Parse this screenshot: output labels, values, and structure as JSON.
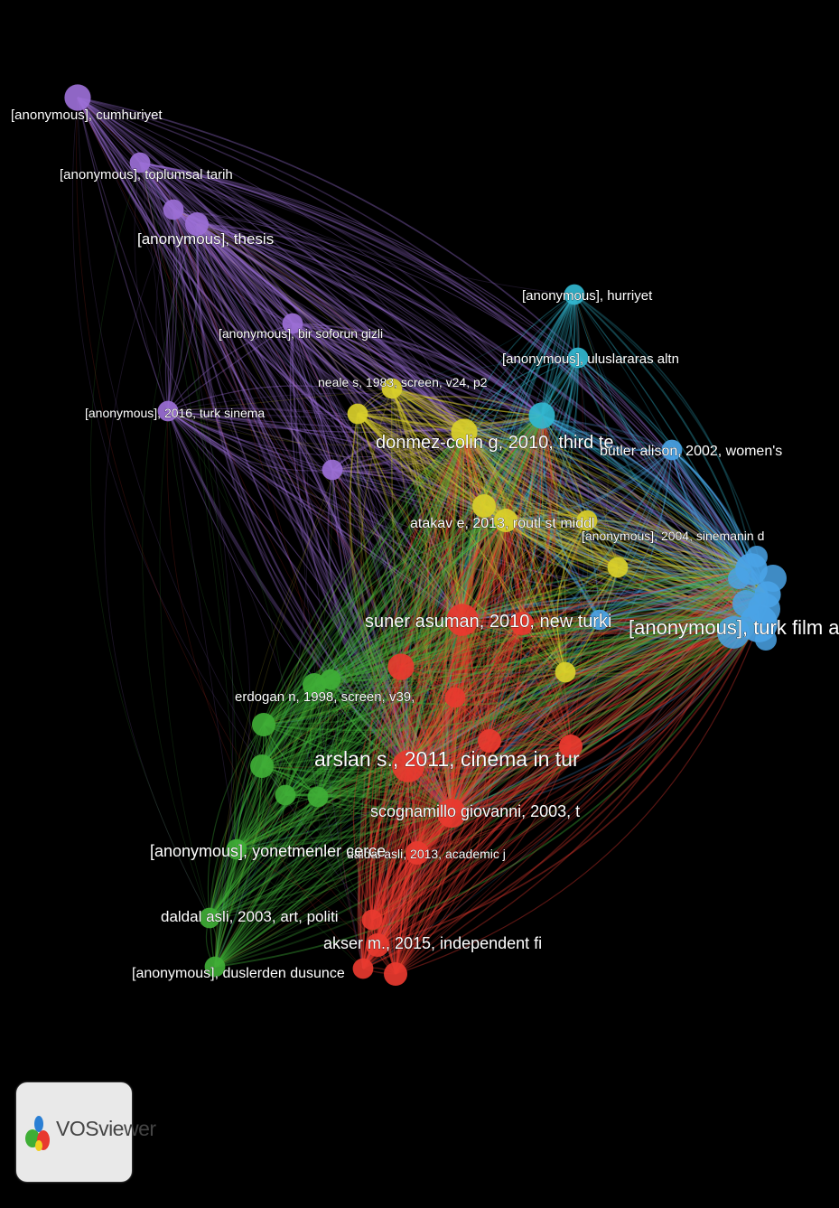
{
  "brand": {
    "name": "VOSviewer"
  },
  "clusters": {
    "red": "#e8392f",
    "green": "#3fae36",
    "blue": "#4aa3e6",
    "yellow": "#d9cf2a",
    "purple": "#9b6fd6",
    "cyan": "#32b7d0"
  },
  "nodes": [
    {
      "id": "p1",
      "cluster": "purple",
      "label": "[anonymous], cumhuriyet",
      "w": 3
    },
    {
      "id": "p2",
      "cluster": "purple",
      "label": "[anonymous], toplumsal tarih",
      "w": 2
    },
    {
      "id": "p3",
      "cluster": "purple",
      "label": "[anonymous], thesis",
      "w": 2.5
    },
    {
      "id": "p4",
      "cluster": "purple",
      "label": "[anonymous], bir soforun gizli",
      "w": 2
    },
    {
      "id": "p5",
      "cluster": "purple",
      "label": "[anonymous], 2016, turk sinema",
      "w": 2
    },
    {
      "id": "p6",
      "cluster": "purple",
      "label": "",
      "w": 2
    },
    {
      "id": "p7",
      "cluster": "purple",
      "label": "",
      "w": 2
    },
    {
      "id": "c1",
      "cluster": "cyan",
      "label": "[anonymous], hurriyet",
      "w": 2
    },
    {
      "id": "c2",
      "cluster": "cyan",
      "label": "[anonymous], uluslararas altn",
      "w": 2
    },
    {
      "id": "c3",
      "cluster": "cyan",
      "label": "",
      "w": 3
    },
    {
      "id": "y1",
      "cluster": "yellow",
      "label": "neale s, 1983, screen, v24, p2",
      "w": 2
    },
    {
      "id": "y2",
      "cluster": "yellow",
      "label": "donmez-colin g, 2010, third te",
      "w": 3
    },
    {
      "id": "y3",
      "cluster": "yellow",
      "label": "atakav e, 2013, routl st middl",
      "w": 2.5
    },
    {
      "id": "y4",
      "cluster": "yellow",
      "label": "[anonymous], 2004, sinemanin d",
      "w": 2
    },
    {
      "id": "y5",
      "cluster": "yellow",
      "label": "",
      "w": 2
    },
    {
      "id": "y6",
      "cluster": "yellow",
      "label": "",
      "w": 2.5
    },
    {
      "id": "y7",
      "cluster": "yellow",
      "label": "",
      "w": 2
    },
    {
      "id": "y8",
      "cluster": "yellow",
      "label": "",
      "w": 2
    },
    {
      "id": "b1",
      "cluster": "blue",
      "label": "butler alison, 2002, women's",
      "w": 2
    },
    {
      "id": "b2",
      "cluster": "blue",
      "label": "[anonymous], turk film arastir",
      "w": 5
    },
    {
      "id": "b3",
      "cluster": "blue",
      "label": "",
      "w": 4
    },
    {
      "id": "b4",
      "cluster": "blue",
      "label": "",
      "w": 3
    },
    {
      "id": "b5",
      "cluster": "blue",
      "label": "",
      "w": 2
    },
    {
      "id": "r1",
      "cluster": "red",
      "label": "suner asuman, 2010, new turki",
      "w": 4
    },
    {
      "id": "r2",
      "cluster": "red",
      "label": "arslan s., 2011, cinema in tur",
      "w": 4
    },
    {
      "id": "r3",
      "cluster": "red",
      "label": "scognamillo giovanni, 2003, t",
      "w": 3.5
    },
    {
      "id": "r4",
      "cluster": "red",
      "label": "daldal asli, 2013, academic j",
      "w": 2.5
    },
    {
      "id": "r5",
      "cluster": "red",
      "label": "akser m., 2015, independent fi",
      "w": 2.5
    },
    {
      "id": "r6",
      "cluster": "red",
      "label": "",
      "w": 3
    },
    {
      "id": "r7",
      "cluster": "red",
      "label": "",
      "w": 2.5
    },
    {
      "id": "r8",
      "cluster": "red",
      "label": "",
      "w": 2.5
    },
    {
      "id": "r9",
      "cluster": "red",
      "label": "",
      "w": 2
    },
    {
      "id": "r10",
      "cluster": "red",
      "label": "",
      "w": 2.5
    },
    {
      "id": "r11",
      "cluster": "red",
      "label": "",
      "w": 2
    },
    {
      "id": "r12",
      "cluster": "red",
      "label": "",
      "w": 2.5
    },
    {
      "id": "r13",
      "cluster": "red",
      "label": "",
      "w": 2
    },
    {
      "id": "g1",
      "cluster": "green",
      "label": "erdogan n, 1998, screen, v39,",
      "w": 2.5
    },
    {
      "id": "g2",
      "cluster": "green",
      "label": "[anonymous], yonetmenler cerce",
      "w": 2
    },
    {
      "id": "g3",
      "cluster": "green",
      "label": "daldal asli, 2003, art, politi",
      "w": 2
    },
    {
      "id": "g4",
      "cluster": "green",
      "label": "[anonymous], duslerden dusunce",
      "w": 2
    },
    {
      "id": "g5",
      "cluster": "green",
      "label": "",
      "w": 2.5
    },
    {
      "id": "g6",
      "cluster": "green",
      "label": "",
      "w": 2.5
    },
    {
      "id": "g7",
      "cluster": "green",
      "label": "",
      "w": 2
    },
    {
      "id": "g8",
      "cluster": "green",
      "label": "",
      "w": 2
    },
    {
      "id": "g9",
      "cluster": "green",
      "label": "",
      "w": 2
    }
  ]
}
